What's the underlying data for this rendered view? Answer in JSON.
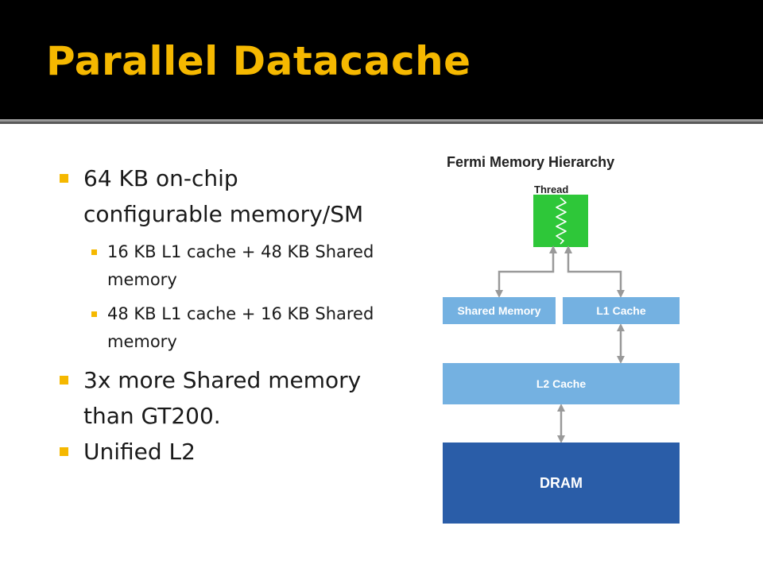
{
  "slide": {
    "title": "Parallel Datacache",
    "bullets": [
      {
        "text": "64 KB on-chip configurable memory/SM",
        "sub": [
          "16 KB L1 cache + 48 KB Shared memory",
          "48 KB L1 cache + 16 KB Shared memory"
        ]
      },
      {
        "text": "3x more Shared memory than GT200."
      },
      {
        "text": "Unified L2"
      }
    ],
    "accent_color": "#f5b800"
  },
  "diagram": {
    "title": "Fermi Memory Hierarchy",
    "thread_label": "Thread",
    "shared_memory": "Shared Memory",
    "l1_cache": "L1 Cache",
    "l2_cache": "L2 Cache",
    "dram": "DRAM",
    "colors": {
      "thread": "#2ec739",
      "cache": "#74b1e1",
      "dram": "#2a5da8"
    }
  }
}
